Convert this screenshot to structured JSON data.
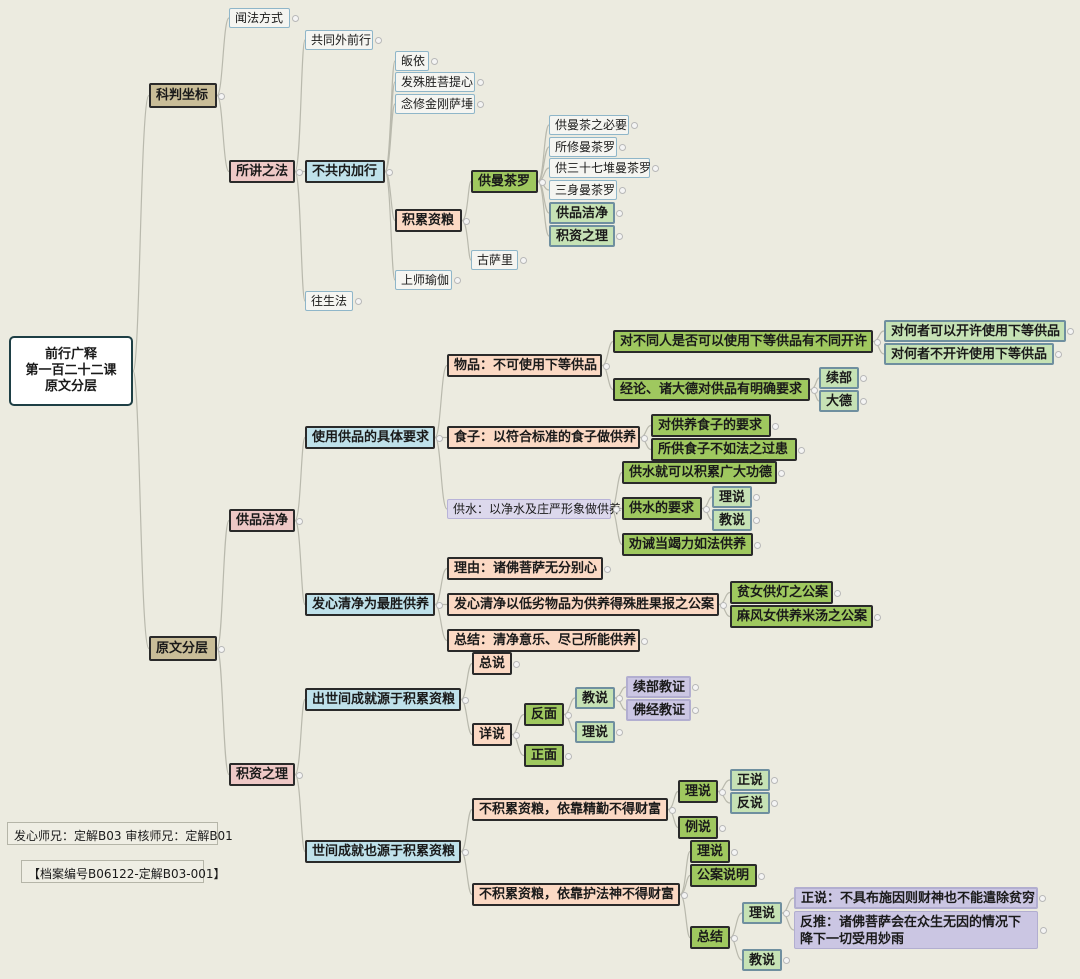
{
  "root": {
    "line1": "前行广释",
    "line2": "第一百二十二课",
    "line3": "原文分层"
  },
  "credits": {
    "reviewers": "发心师兄：定解B03    审核师兄：定解B01",
    "archive": "【档案编号B06122-定解B03-001】"
  },
  "nodes": {
    "ke_pan": "科判坐标",
    "wen_fa": "闻法方式",
    "suo_jiang": "所讲之法",
    "gong_tong": "共同外前行",
    "bu_gong": "不共内加行",
    "gui_yi": "皈依",
    "fa_xin": "发殊胜菩提心",
    "nian_xiu": "念修金刚萨埵",
    "ji_lei": "积累资粮",
    "gong_man": "供曼茶罗",
    "m1": "供曼茶之必要",
    "m2": "所修曼茶罗",
    "m3": "供三十七堆曼茶罗",
    "m4": "三身曼茶罗",
    "m5": "供品洁净",
    "m6": "积资之理",
    "gu_sa": "古萨里",
    "shang_shi": "上师瑜伽",
    "wang_sheng": "往生法",
    "yuan_wen": "原文分层",
    "gp_jie": "供品洁净",
    "shi_yong": "使用供品的具体要求",
    "wu_pin": "物品：不可使用下等供品",
    "dui_bu": "对不同人是否可以使用下等供品有不同开许",
    "ke_yi": "对何者可以开许使用下等供品",
    "bu_ke": "对何者不开许使用下等供品",
    "jing_lun": "经论、诸大德对供品有明确要求",
    "xu_bu": "续部",
    "da_de": "大德",
    "shi_zi": "食子：以符合标准的食子做供养",
    "sz1": "对供养食子的要求",
    "sz2": "所供食子不如法之过患",
    "gong_shui": "供水：以净水及庄严形象做供养",
    "gs1": "供水就可以积累广大功德",
    "gs2": "供水的要求",
    "li_shuo": "理说",
    "jiao_shuo": "教说",
    "gs3": "劝诫当竭力如法供养",
    "fa_xin_qj": "发心清净为最胜供养",
    "li_you": "理由：诸佛菩萨无分别心",
    "gong_an": "发心清净以低劣物品为供养得殊胜果报之公案",
    "pin_nv": "贫女供灯之公案",
    "ma_feng": "麻风女供养米汤之公案",
    "zong_jie1": "总结：清净意乐、尽己所能供养",
    "ji_zi": "积资之理",
    "chu_shi": "出世间成就源于积累资粮",
    "zong_shuo": "总说",
    "xiang_shuo": "详说",
    "fan_mian": "反面",
    "zheng_mian": "正面",
    "jiao_shuo2": "教说",
    "li_shuo2": "理说",
    "xu_bu_jz": "续部教证",
    "fo_jing_jz": "佛经教证",
    "shi_jian": "世间成就也源于积累资粮",
    "bu_ji1": "不积累资粮，依靠精勤不得财富",
    "li_shuo3": "理说",
    "li_shuo3b": "例说",
    "zheng_shuo": "正说",
    "fan_shuo": "反说",
    "bu_ji2": "不积累资粮，依靠护法神不得财富",
    "li_shuo4": "理说",
    "gong_an_sm": "公案说明",
    "zong_jie2": "总结",
    "li_shuo5": "理说",
    "jiao_shuo5": "教说",
    "zheng_shuo2": "正说：不具布施因则财神也不能遣除贫穷",
    "fan_tui": "反推：诸佛菩萨会在众生无因的情况下降下一切受用妙雨"
  }
}
